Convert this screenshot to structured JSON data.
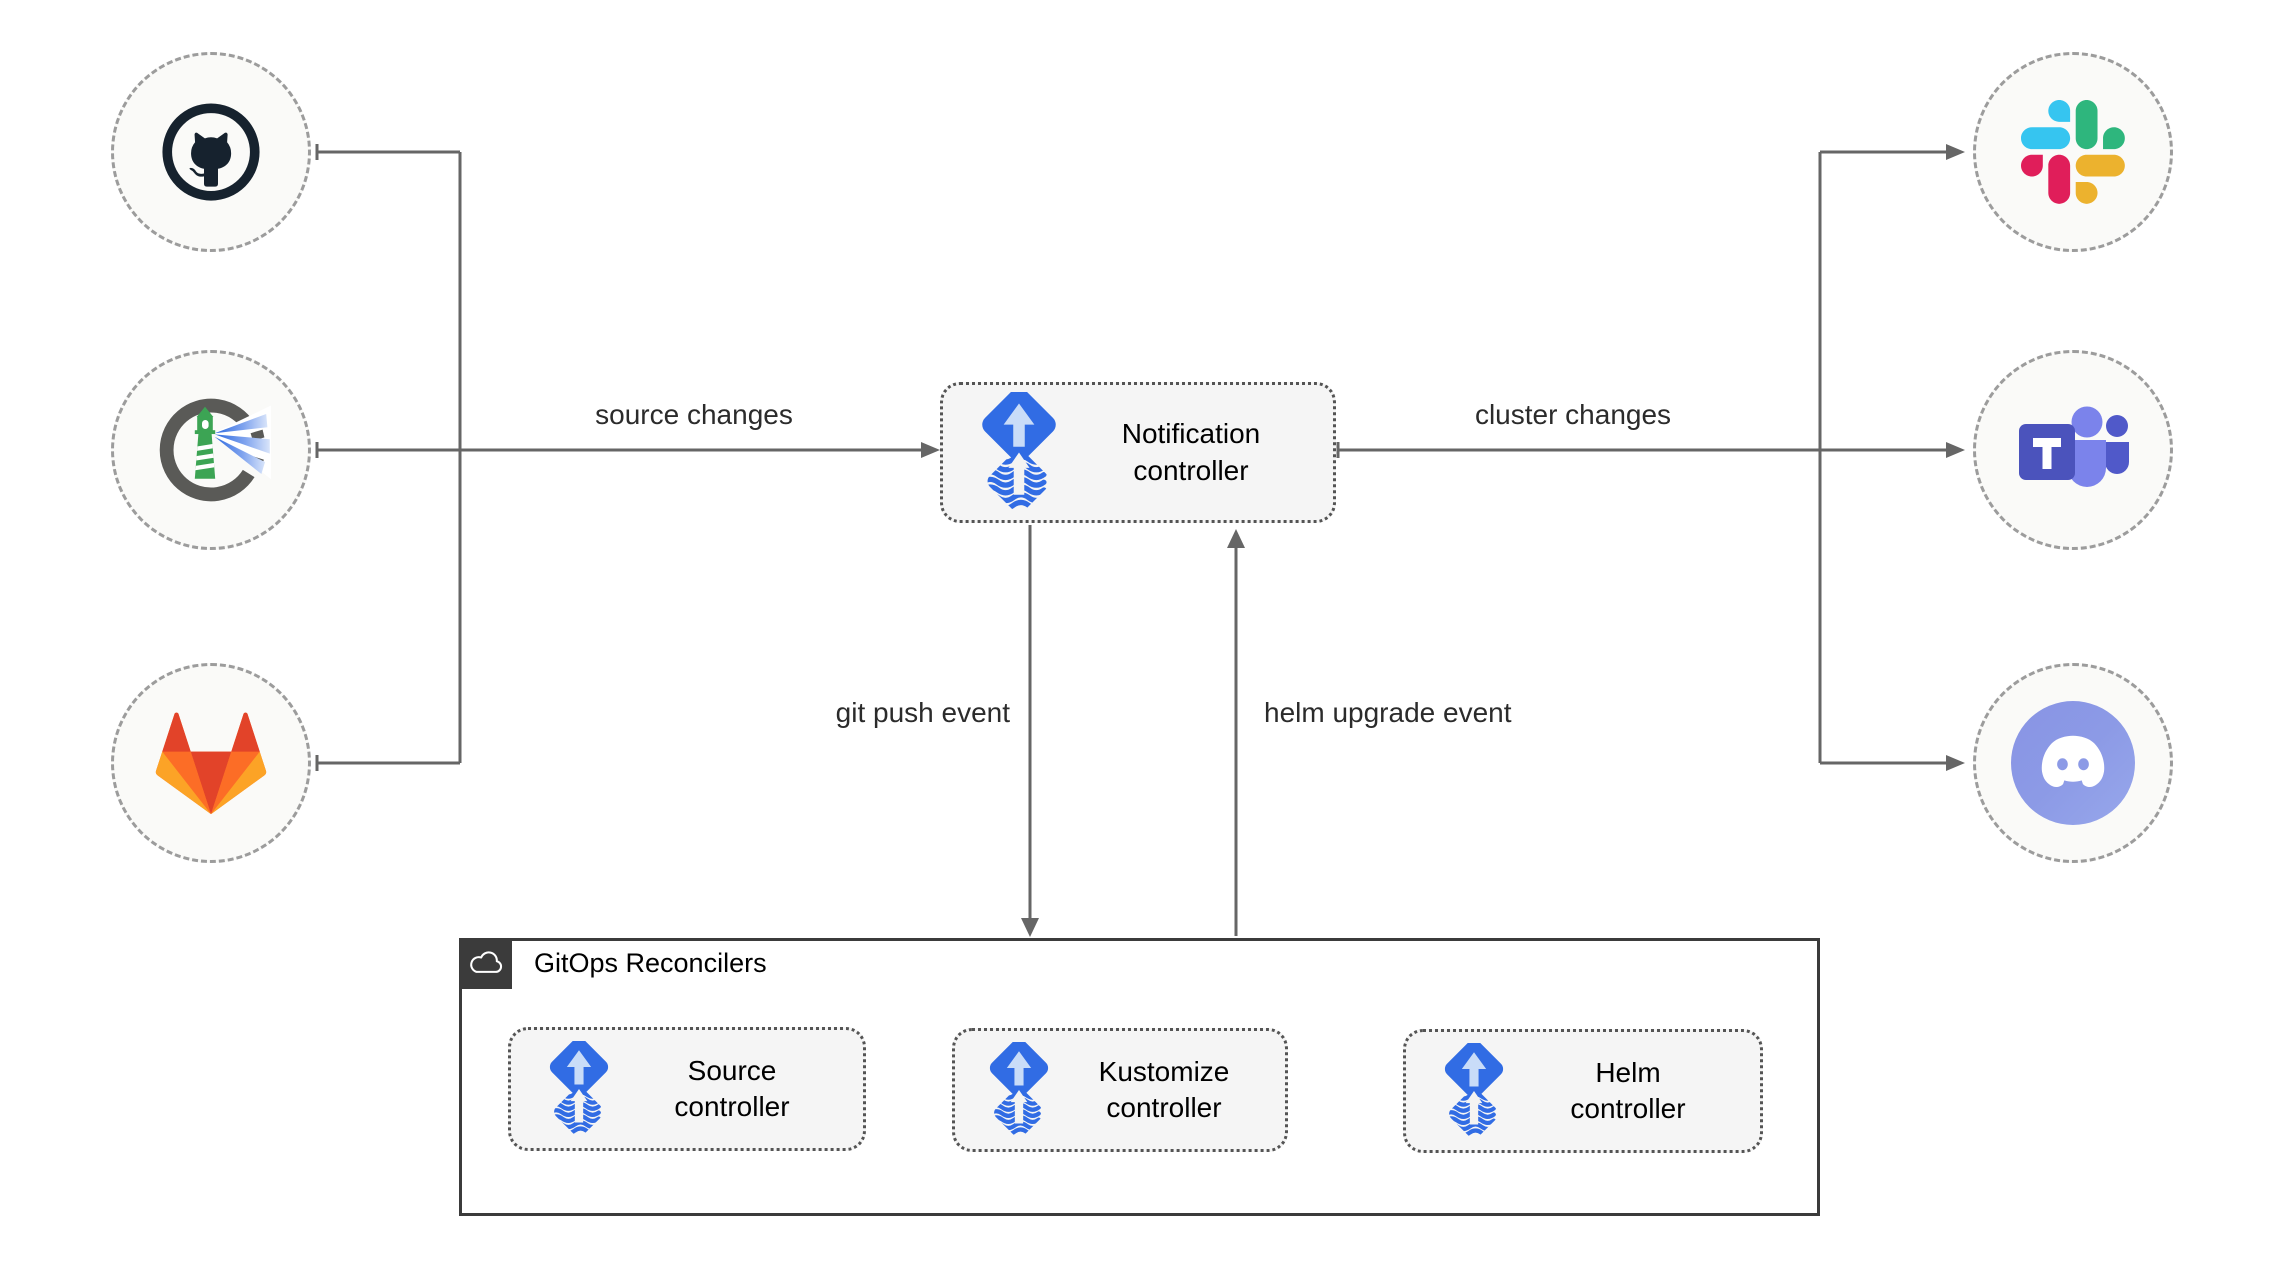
{
  "nodes": {
    "notification": {
      "label": "Notification controller"
    },
    "source": {
      "label": "Source controller"
    },
    "kustomize": {
      "label": "Kustomize controller"
    },
    "helm": {
      "label": "Helm controller"
    }
  },
  "group": {
    "label": "GitOps Reconcilers"
  },
  "edges": {
    "source_changes": "source changes",
    "cluster_changes": "cluster changes",
    "git_push_event": "git push event",
    "helm_upgrade_event": "helm upgrade event"
  },
  "endpoints": {
    "left": [
      "github-icon",
      "harbor-icon",
      "gitlab-icon"
    ],
    "right": [
      "slack-icon",
      "teams-icon",
      "discord-icon"
    ]
  },
  "colors": {
    "line": "#666666",
    "flux_blue": "#316CE4",
    "flux_arrow_light": "#C9DCF8",
    "node_fill": "#F5F5F5",
    "circle_fill": "#FAFAF8",
    "group_border": "#3B3B3B",
    "github_dark": "#16222E",
    "harbor_green": "#3CA454",
    "harbor_gray": "#5A5A57",
    "teams_purple": "#4B53BC",
    "teams_light": "#7B83EB",
    "teams_mid": "#5059C9",
    "discord_blurple": "#8C9AE6",
    "slack": [
      "#36C5F0",
      "#2EB67D",
      "#ECB22E",
      "#E01E5A"
    ],
    "gitlab": [
      "#E24329",
      "#FC6D26",
      "#FCA326"
    ]
  }
}
